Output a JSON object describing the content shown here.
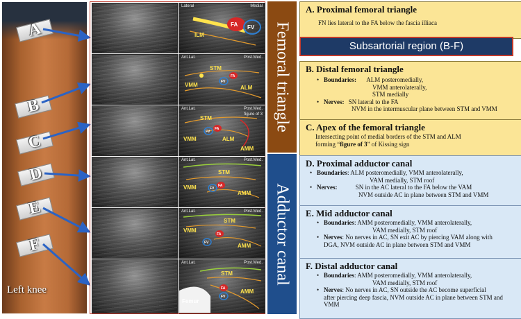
{
  "leg": {
    "probe_letters": [
      "A",
      "B",
      "C",
      "D",
      "E",
      "F"
    ],
    "knee_label": "Left knee"
  },
  "ultrasound": {
    "row1": {
      "left_tag": "Lateral",
      "right_tag": "Medial",
      "structures": [
        "ILM",
        "FA",
        "FV"
      ]
    },
    "row2": {
      "left_tag": "Ant.Lat.",
      "right_tag": "Post.Med.",
      "structures": [
        "STM",
        "VMM",
        "FA",
        "FV",
        "ALM"
      ]
    },
    "row3": {
      "left_tag": "Ant.Lat.",
      "right_tag": "Post.Med.",
      "structures": [
        "STM",
        "VMM",
        "FA",
        "FV",
        "ALM",
        "AMM"
      ],
      "note": "figure of 3"
    },
    "row4": {
      "left_tag": "Ant.Lat.",
      "right_tag": "Post.Med.",
      "structures": [
        "STM",
        "VMM",
        "FA",
        "FV",
        "AMM"
      ]
    },
    "row5": {
      "left_tag": "Ant.Lat.",
      "right_tag": "Post.Med.",
      "structures": [
        "STM",
        "VMM",
        "FA",
        "FV",
        "AMM"
      ]
    },
    "row6": {
      "left_tag": "Ant.Lat.",
      "right_tag": "Post.Med.",
      "structures": [
        "STM",
        "FA",
        "FV",
        "AMM",
        "Femur"
      ]
    }
  },
  "banners": {
    "femoral": "Femoral triangle",
    "adductor": "Adductor canal"
  },
  "subsartorial": "Subsartorial region (B-F)",
  "boxes": {
    "a": {
      "title": "A.   Proximal femoral triangle",
      "line1": "FN lies lateral to the FA below the fascia illiaca"
    },
    "b": {
      "title": "B.   Distal femoral triangle",
      "boundaries_label": "Boundaries:",
      "boundaries_1": "ALM posteromedially,",
      "boundaries_2": "VMM anterolaterally,",
      "boundaries_3": "STM medially",
      "nerves_label": "Nerves:",
      "nerves_1": "SN lateral to the FA",
      "nerves_2": "NVM in the intermuscular plane between STM and VMM"
    },
    "c": {
      "title": "C.   Apex of the femoral triangle",
      "line1": "Intersecting point of medial borders of the STM and ALM",
      "line2_pre": "forming “",
      "line2_bold": "figure of 3",
      "line2_post": "” of Kissing sign"
    },
    "d": {
      "title": "D.   Proximal adductor canal",
      "boundaries_label": "Boundaries",
      "boundaries_1": ": ALM posteromedially, VMM anterolaterally,",
      "boundaries_2": "VAM medially, STM roof",
      "nerves_label": "Nerves:",
      "nerves_1": "SN in the AC lateral to the FA below the VAM",
      "nerves_2": "NVM outside AC in plane between STM and VMM"
    },
    "e": {
      "title": "E.   Mid adductor canal",
      "boundaries_label": "Boundaries",
      "boundaries_1": ": AMM posteromedially, VMM anterolaterally,",
      "boundaries_2": "VAM medially, STM roof",
      "nerves_label": "Nerves",
      "nerves_1": ":   No nerves in AC, SN exit AC by piercing VAM along with",
      "nerves_2": "DGA, NVM outside AC in plane between STM and VMM"
    },
    "f": {
      "title": "F.   Distal adductor canal",
      "boundaries_label": "Boundaries",
      "boundaries_1": ": AMM posteromedially, VMM anterolaterally,",
      "boundaries_2": "VAM medially, STM roof",
      "nerves_label": "Nerves",
      "nerves_1": ":   No nerves in AC,  SN outside the AC become superficial",
      "nerves_2": "after piercing deep fascia, NVM outside AC in plane between STM and",
      "nerves_3": "VMM"
    }
  },
  "colors": {
    "femoral_banner": "#8b4a12",
    "adductor_banner": "#1f4e8c",
    "yellow_box": "#fbe596",
    "blue_box": "#d9e8f6",
    "artery": "#d62828",
    "vein": "#2f7fd1",
    "nerve": "#ffe34d",
    "frame": "#c0392b"
  }
}
